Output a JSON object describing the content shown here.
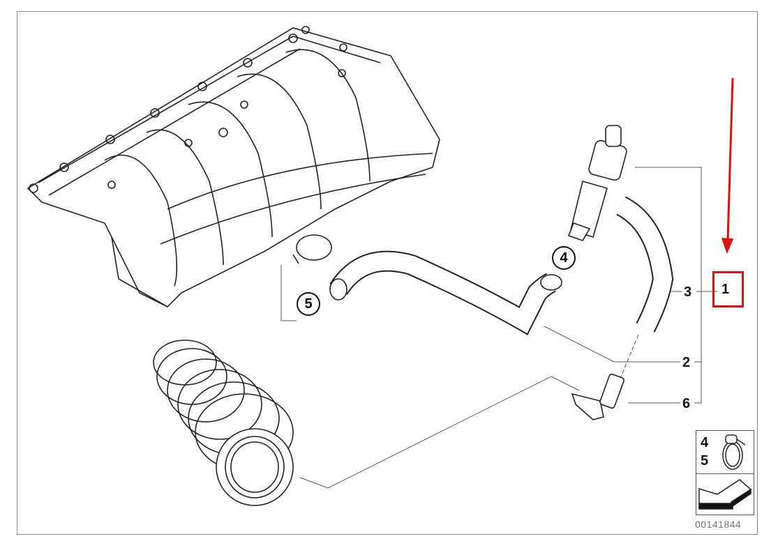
{
  "diagram": {
    "callouts": {
      "circled": [
        "5",
        "4"
      ],
      "labels": [
        "3",
        "1",
        "2",
        "6"
      ]
    },
    "legend": {
      "items": [
        "4",
        "5"
      ],
      "icon": "hose-clamp-icon",
      "arrow_icon": "direction-arrow-icon"
    },
    "code": "00141844",
    "highlight_color": "#e01010"
  }
}
